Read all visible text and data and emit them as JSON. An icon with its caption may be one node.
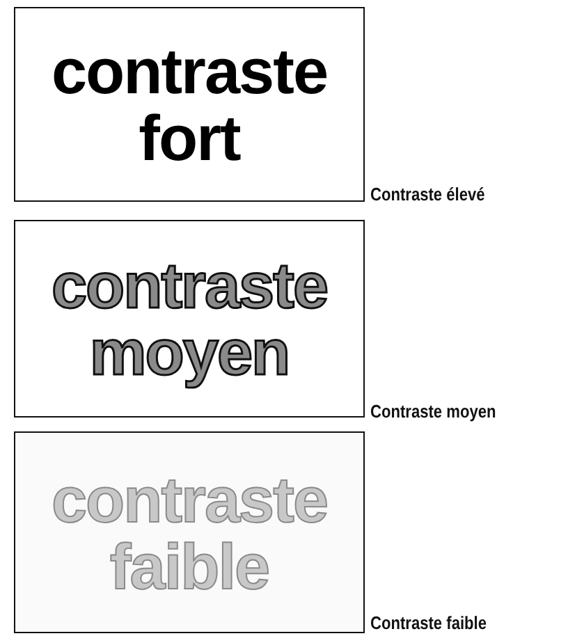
{
  "diagram": {
    "nodes": [
      {
        "text": [
          "contraste fort"
        ],
        "beside": [
          "Contraste élevé"
        ]
      },
      {
        "text": [
          "contraste moyen"
        ],
        "beside": [
          "Contraste moyen"
        ]
      },
      {
        "text": [
          "contraste faible"
        ],
        "beside": [
          "Contraste faible"
        ]
      }
    ]
  }
}
